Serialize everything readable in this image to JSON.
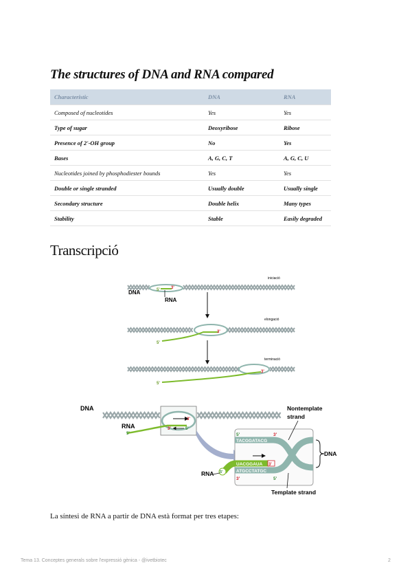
{
  "title": "The structures of DNA and RNA compared",
  "table": {
    "headers": [
      "Characteristic",
      "DNA",
      "RNA"
    ],
    "rows": [
      {
        "c": [
          "Composed of nucleotides",
          "Yes",
          "Yes"
        ],
        "bold": false
      },
      {
        "c": [
          "Type of sugar",
          "Deoxyribose",
          "Ribose"
        ],
        "bold": true
      },
      {
        "c": [
          "Presence of 2'-OH group",
          "No",
          "Yes"
        ],
        "bold": true
      },
      {
        "c": [
          "Bases",
          "A, G, C, T",
          "A, G, C, U"
        ],
        "bold": true
      },
      {
        "c": [
          "Nucleotides joined by phosphodiester bounds",
          "Yes",
          "Yes"
        ],
        "bold": false
      },
      {
        "c": [
          "Double or single stranded",
          "Usually double",
          "Usually single"
        ],
        "bold": true
      },
      {
        "c": [
          "Secondary structure",
          "Double helix",
          "Many types"
        ],
        "bold": true
      },
      {
        "c": [
          "Stability",
          "Stable",
          "Easily degraded"
        ],
        "bold": true
      }
    ]
  },
  "section": "Transcripció",
  "figure1": {
    "dna": "DNA",
    "rna": "RNA",
    "five": "5'",
    "three": "3'",
    "stages": [
      "iniciació",
      "elongació",
      "terminació"
    ]
  },
  "figure2": {
    "dna": "DNA",
    "rna": "RNA",
    "nontemplate_1": "Nontemplate",
    "nontemplate_2": "strand",
    "template": "Template strand",
    "five": "5'",
    "three": "3'",
    "nontemplate_seq": "TACGGATACG",
    "rna_seq": "UACGGAUA",
    "template_seq": "ATGCCTATGC"
  },
  "body": "La síntesi de RNA  a partir de DNA està format per tres etapes:",
  "footer": {
    "left": "Tema 13. Conceptes generals sobre l'expressió gènica - @ivetbiotec",
    "page": "2"
  },
  "colors": {
    "rna_green": "#7dbb2c",
    "dna_gray": "#9aa7a9",
    "teal": "#8fb5ad",
    "red": "#d0202a",
    "header_blue": "#cfdae5"
  }
}
